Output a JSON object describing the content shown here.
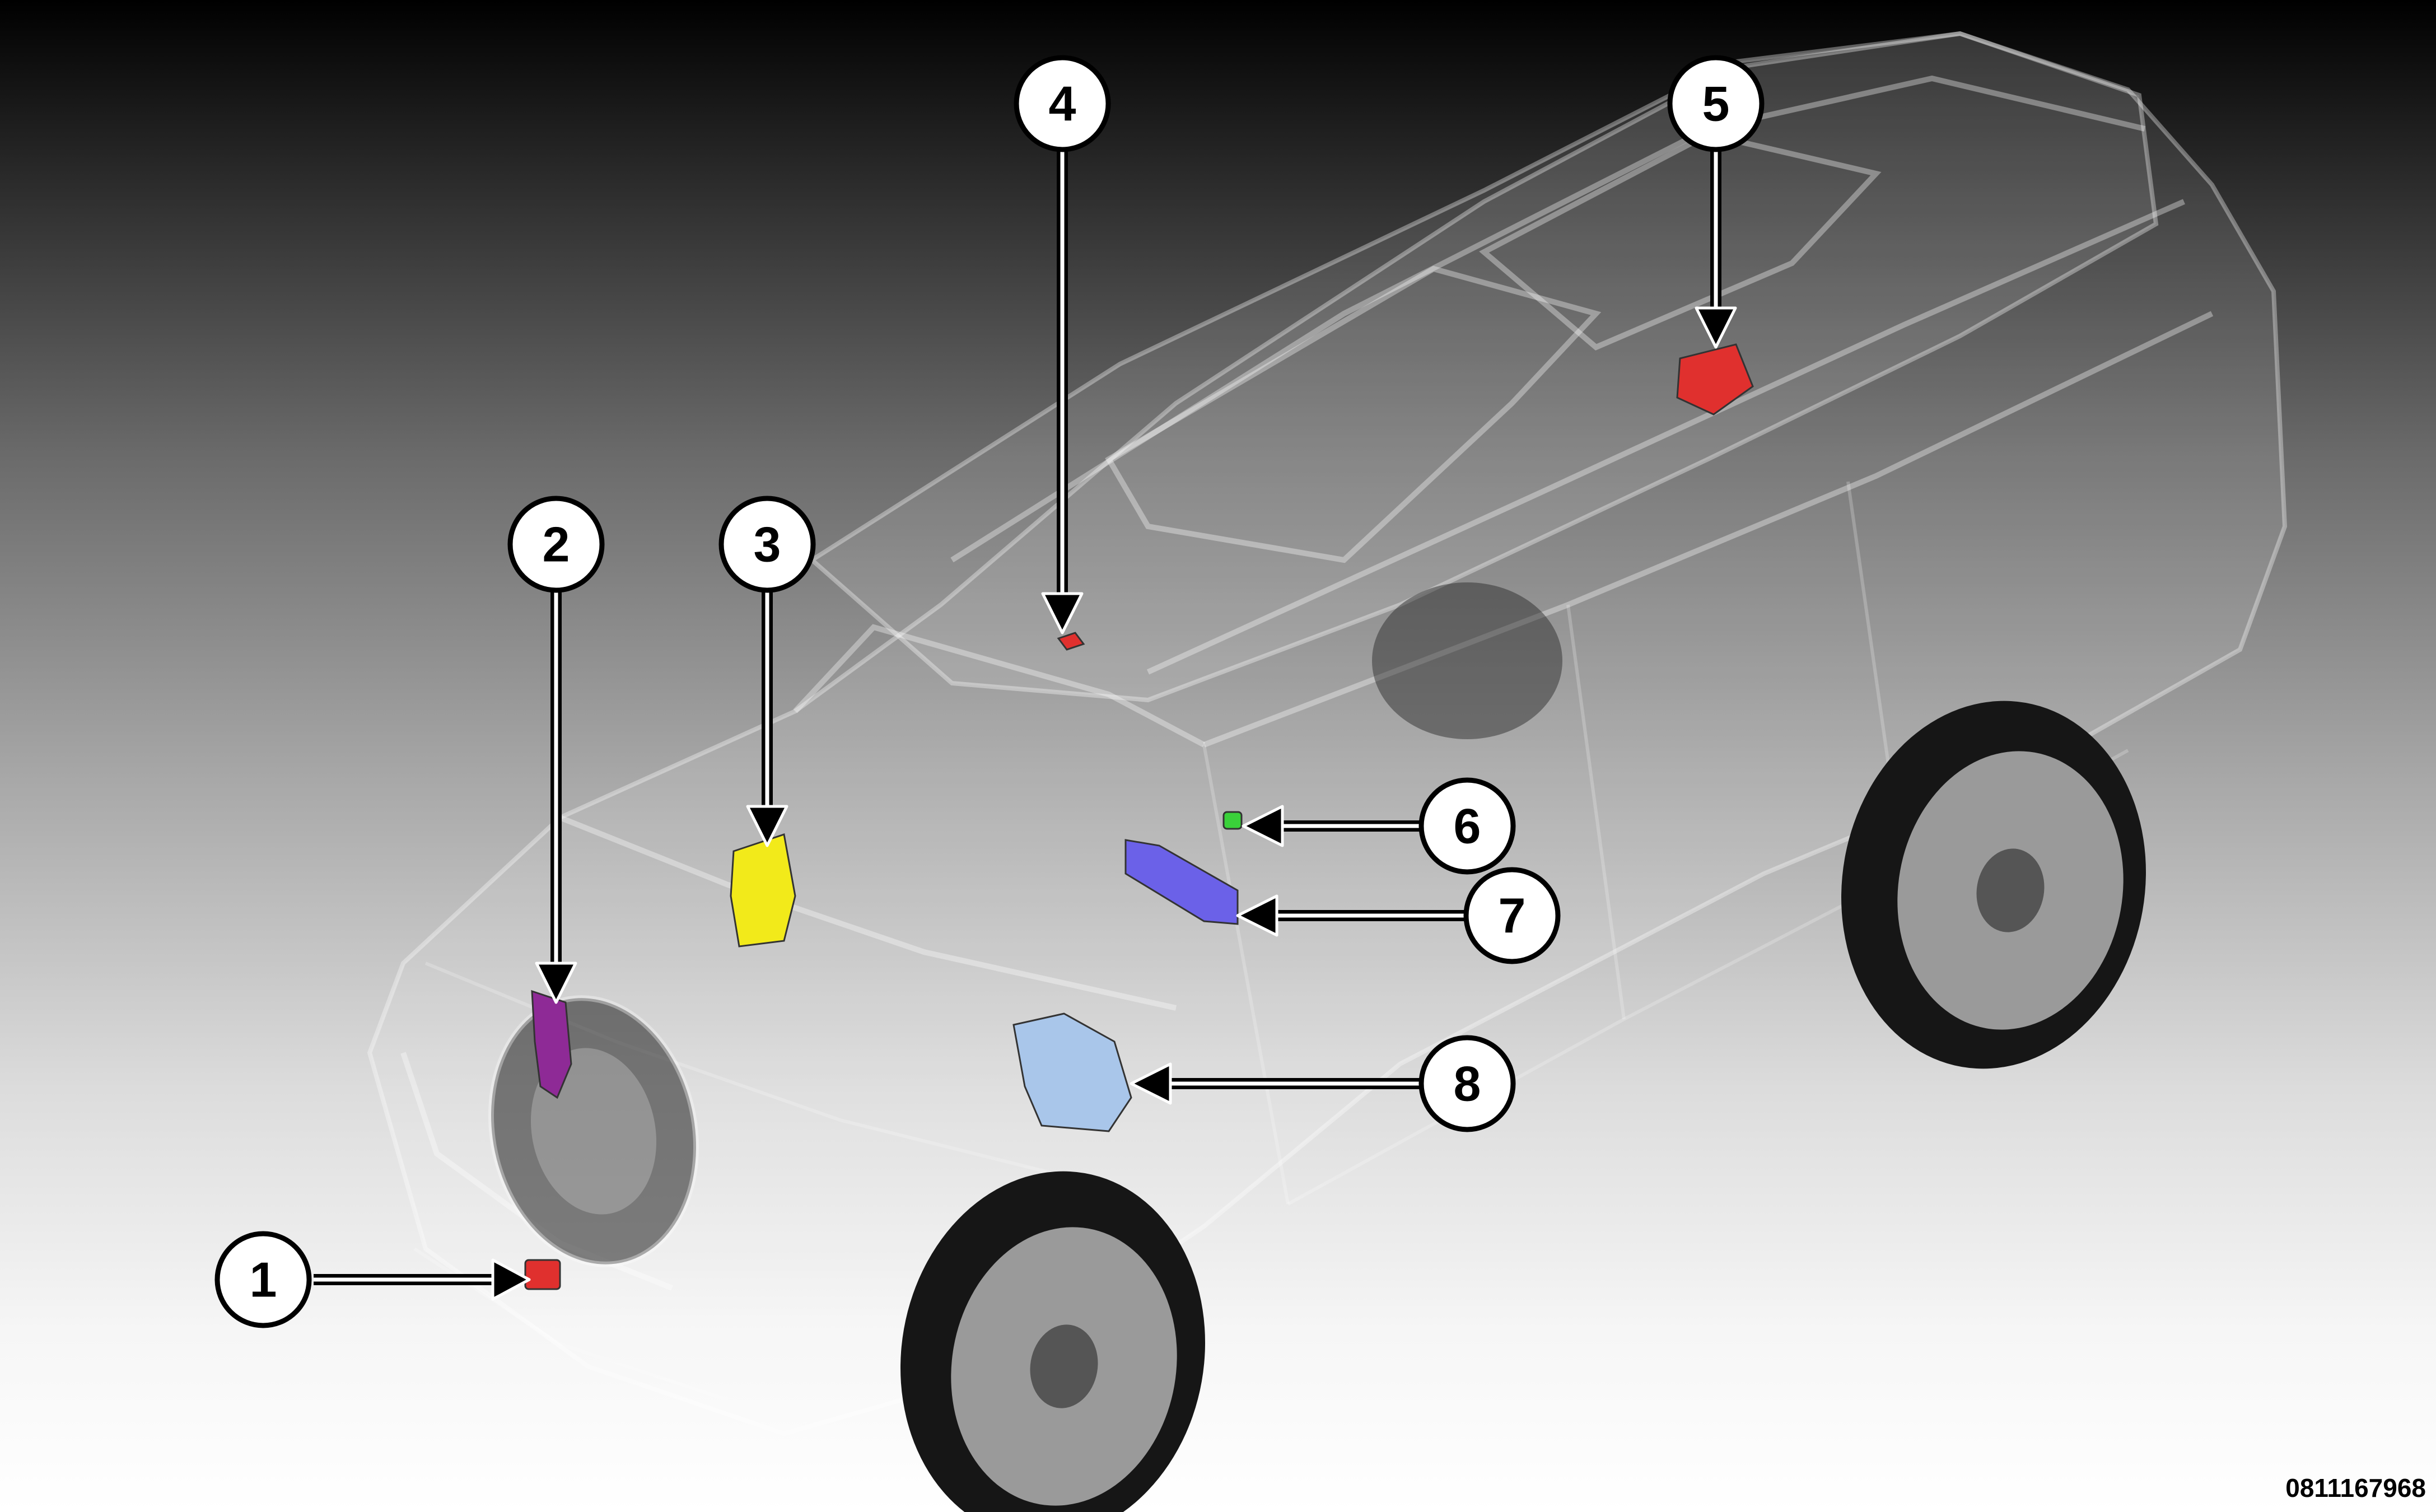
{
  "figure_id": "0811167968",
  "callouts": [
    {
      "number": "1",
      "component_color": "#e0302e"
    },
    {
      "number": "2",
      "component_color": "#8e2a96"
    },
    {
      "number": "3",
      "component_color": "#f2ea1a"
    },
    {
      "number": "4",
      "component_color": "#e0302e"
    },
    {
      "number": "5",
      "component_color": "#e0302e"
    },
    {
      "number": "6",
      "component_color": "#3ad13a"
    },
    {
      "number": "7",
      "component_color": "#6b61e8"
    },
    {
      "number": "8",
      "component_color": "#a9c6ea"
    }
  ]
}
